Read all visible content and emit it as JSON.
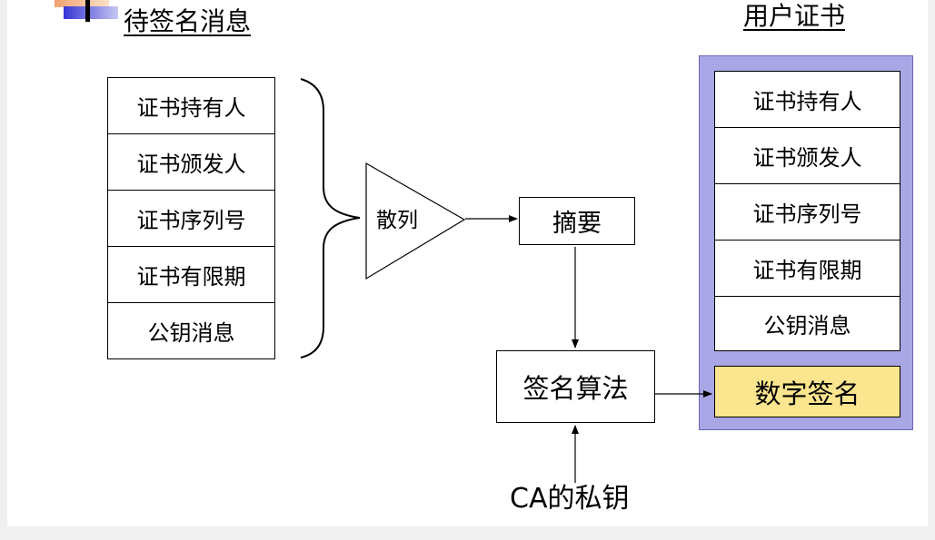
{
  "left_title": "待签名消息",
  "right_title": "用户证书",
  "message_fields": [
    "证书持有人",
    "证书颁发人",
    "证书序列号",
    "证书有限期",
    "公钥消息"
  ],
  "certificate_fields": [
    "证书持有人",
    "证书颁发人",
    "证书序列号",
    "证书有限期",
    "公钥消息"
  ],
  "hash_label": "散列",
  "digest_label": "摘要",
  "algorithm_label": "签名算法",
  "private_key_label": "CA的私钥",
  "signature_label": "数字签名",
  "colors": {
    "certificate_panel": "#a8a6e4",
    "signature_fill": "#fbe58e",
    "deco_blue": "#3535d6",
    "deco_orange": "#f0a070"
  }
}
